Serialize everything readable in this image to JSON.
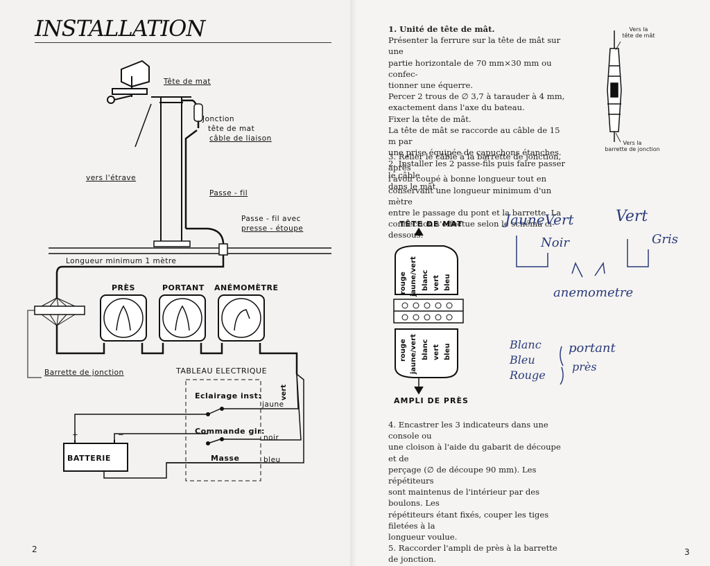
{
  "left_page": {
    "title": "INSTALLATION",
    "page_number": "2",
    "labels": {
      "tete_de_mat": "Tête de mat",
      "jonction_1": "Jonction",
      "jonction_2": "tête de mat",
      "jonction_3": "câble de liaison",
      "vers_etrave": "vers l'étrave",
      "passe_fil": "Passe - fil",
      "passe_fil_avec_1": "Passe - fil avec",
      "passe_fil_avec_2": "presse - étoupe",
      "longueur": "Longueur minimum 1 mètre",
      "pres": "PRÈS",
      "portant": "PORTANT",
      "anemometre": "ANÉMOMÈTRE",
      "barrette": "Barrette de jonction",
      "tableau": "TABLEAU ELECTRIQUE",
      "eclairage": "Eclairage inst:",
      "commande": "Commande gir:",
      "masse": "Masse",
      "batterie": "BATTERIE",
      "plus": "+",
      "minus": "−",
      "jaune": "jaune",
      "vert": "vert",
      "noir": "noir",
      "bleu": "bleu"
    }
  },
  "right_page": {
    "page_number": "3",
    "step1_title": "1. Unité de tête de mât.",
    "step1_lines": [
      "Présenter la ferrure sur la tête de mât sur une",
      "partie horizontale de 70 mm×30 mm ou confec-",
      "tionner une équerre.",
      "Percer 2 trous de ∅ 3,7 à tarauder à 4 mm,",
      "exactement dans l'axe du bateau.",
      "Fixer la tête de mât.",
      "La tête de mât se raccorde au câble de 15 m par",
      "une prise équipée de capuchons étanches.",
      "2. Installer les 2 passe-fils puis faire passer le câble",
      "dans le mât."
    ],
    "step3_lines": [
      "3. Relier le câble à la barrette de jonction, après",
      "l'avoir coupé à bonne longueur tout en",
      "conservant une longueur minimum d'un mètre",
      "entre le passage du pont et la barrette. La",
      "connection s'effectue selon le schéma ci-dessous."
    ],
    "step4_lines": [
      "4. Encastrer les 3 indicateurs dans une console ou",
      "une cloison à l'aide du gabarit de découpe et de",
      "perçage (∅ de découpe 90 mm). Les répétiteurs",
      "sont maintenus de l'intérieur par des boulons. Les",
      "répétiteurs étant fixés, couper les tiges filetées à la",
      "longueur voulue.",
      "5. Raccorder l'ampli de près à la barrette",
      "de jonction."
    ],
    "cable_top": "Vers la\ntête de mât",
    "cable_bottom": "Vers la\nbarrette de jonction",
    "connector_top": "TÊTE DE MAT",
    "connector_bottom": "AMPLI DE PRÈS",
    "wires_top": [
      "rouge",
      "jaune/vert",
      "blanc",
      "vert",
      "bleu"
    ],
    "wires_bottom": [
      "rouge",
      "jaune/vert",
      "blanc",
      "vert",
      "bleu"
    ],
    "handwriting": {
      "jaune_vert": "JauneVert",
      "noir": "Noir",
      "vert": "Vert",
      "gris": "Gris",
      "anemometre": "anemometre",
      "blanc": "Blanc",
      "bleu": "Bleu",
      "rouge": "Rouge",
      "portant": "portant",
      "pres": "près"
    }
  }
}
